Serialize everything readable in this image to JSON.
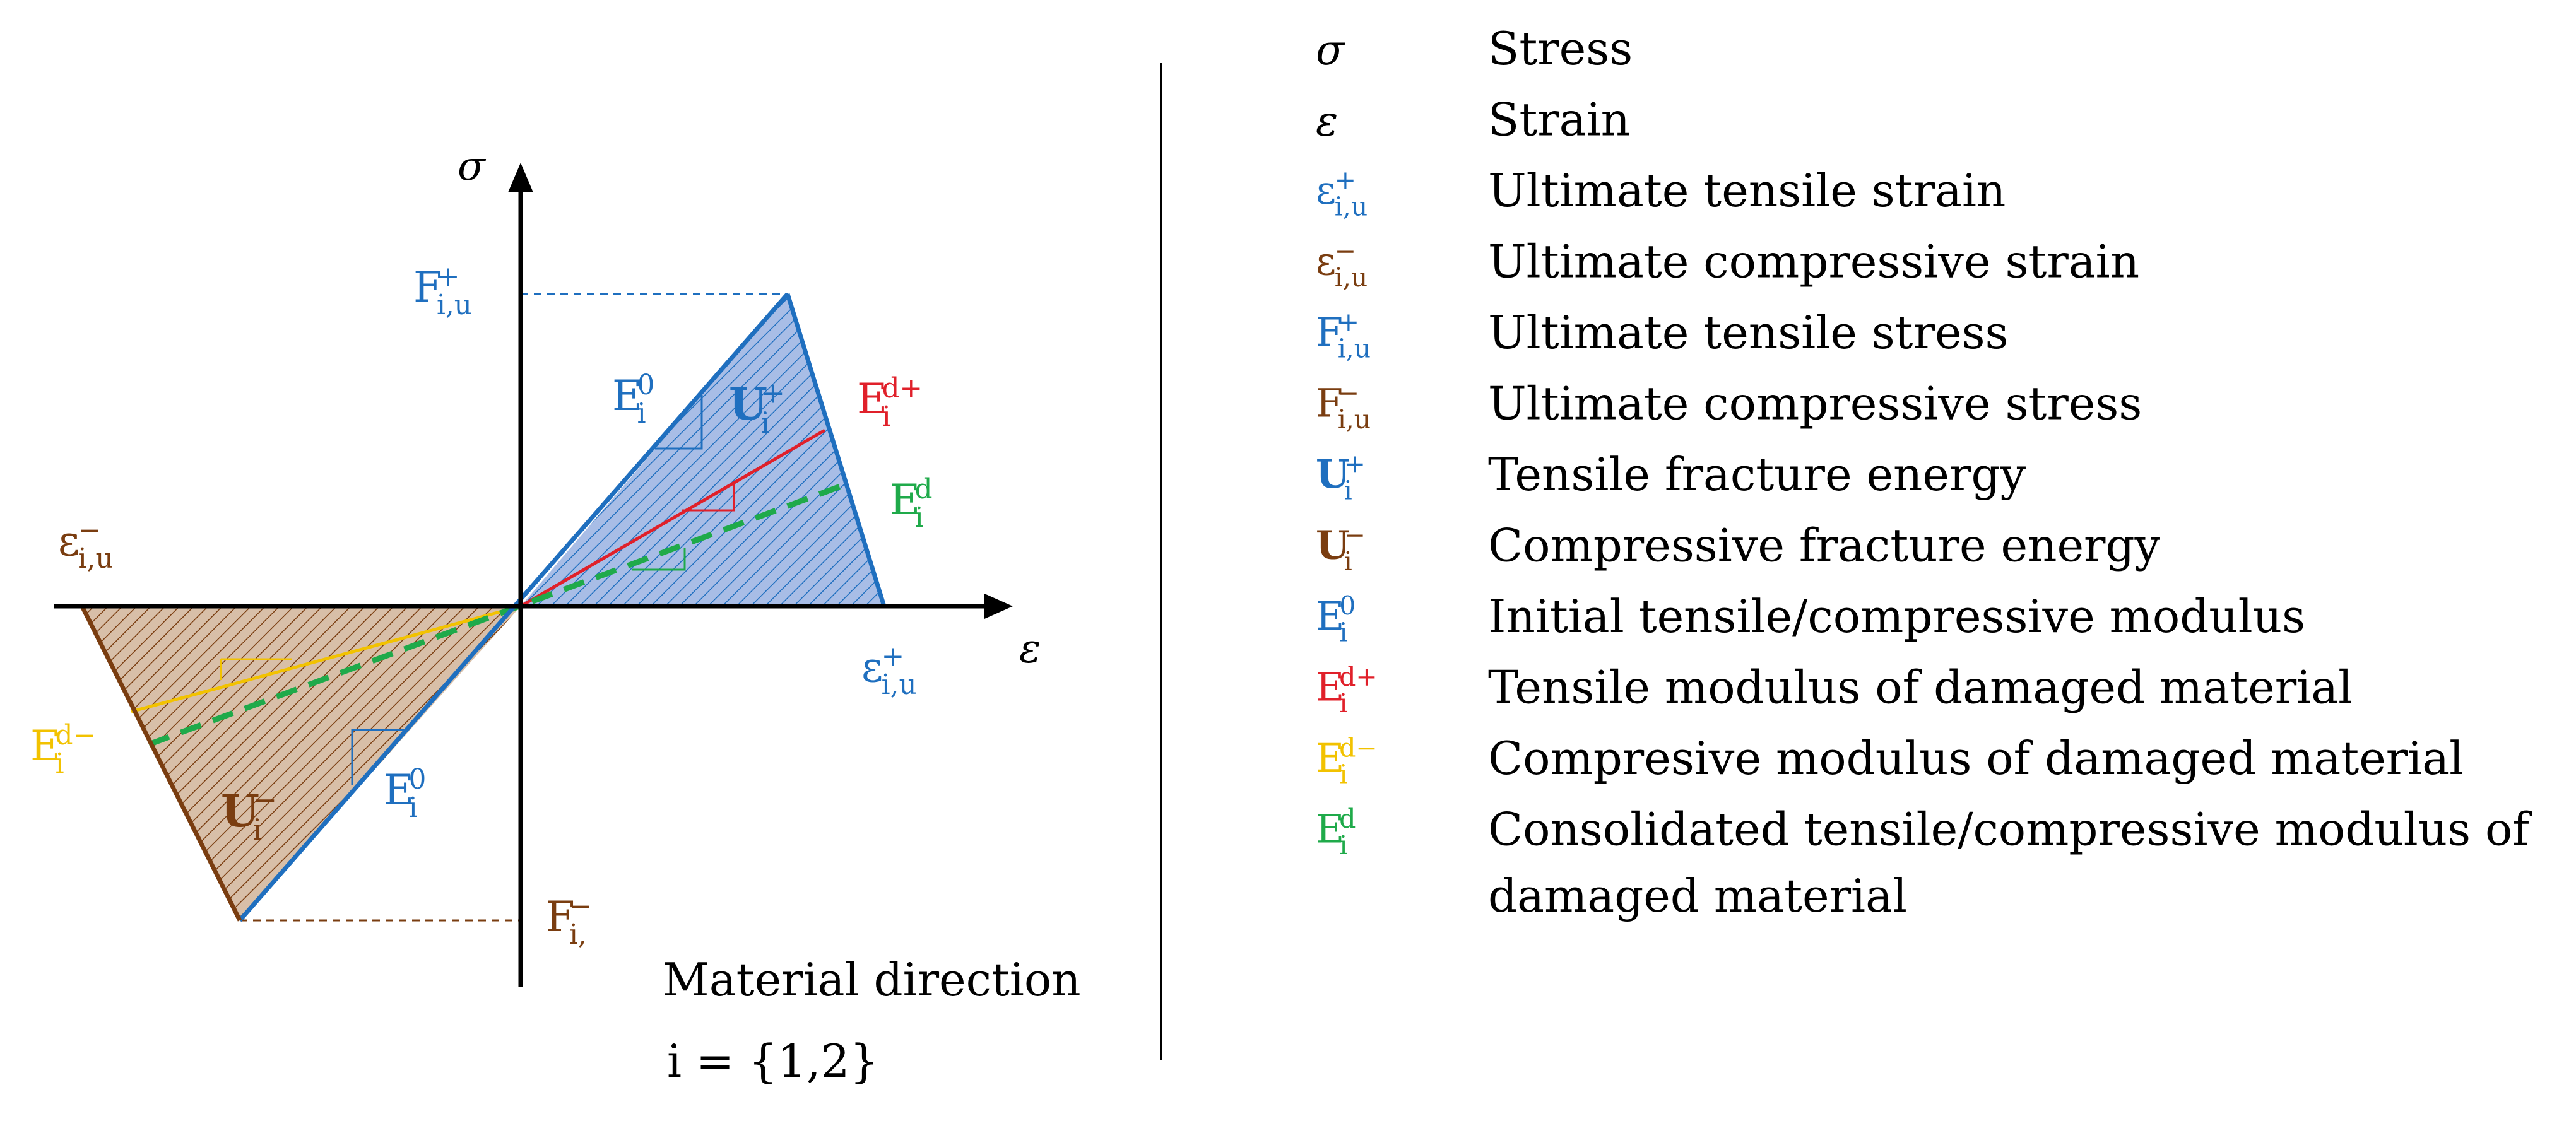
{
  "colors": {
    "black": "#000000",
    "blue": "#1f6fbf",
    "brown": "#7a3d10",
    "red": "#e0202a",
    "yellow": "#f2c200",
    "green": "#1faa4a",
    "tension_fill": "#a8bde6",
    "compression_fill": "#d8bfa8"
  },
  "diagram": {
    "axis_sigma": "σ",
    "axis_epsilon": "ε",
    "label_F_pos": {
      "base": "F",
      "sup": "+",
      "sub": "i,u"
    },
    "label_F_neg": {
      "base": "F",
      "sup": "−",
      "sub": "i,"
    },
    "label_eps_pos": {
      "base": "ε",
      "sup": "+",
      "sub": "i,u"
    },
    "label_eps_neg": {
      "base": "ε",
      "sup": "−",
      "sub": "i,u"
    },
    "label_E0_tension": {
      "base": "E",
      "sup": "0",
      "sub": "i"
    },
    "label_E0_compression": {
      "base": "E",
      "sup": "0",
      "sub": "i"
    },
    "label_U_pos": {
      "base": "U",
      "sup": "+",
      "sub": "i"
    },
    "label_U_neg": {
      "base": "U",
      "sup": "−",
      "sub": "i"
    },
    "label_Edplus": {
      "base": "E",
      "sup": "d+",
      "sub": "i"
    },
    "label_Ed": {
      "base": "E",
      "sup": "d",
      "sub": "i"
    },
    "label_Edminus": {
      "base": "E",
      "sup": "d−",
      "sub": "i"
    },
    "material_direction": "Material direction",
    "material_index": "i = {1,2}"
  },
  "legend": [
    {
      "symbol": {
        "base": "σ",
        "sup": "",
        "sub": ""
      },
      "color": "black",
      "italic": true,
      "text": "Stress"
    },
    {
      "symbol": {
        "base": "ε",
        "sup": "",
        "sub": ""
      },
      "color": "black",
      "italic": true,
      "text": "Strain"
    },
    {
      "symbol": {
        "base": "ε",
        "sup": "+",
        "sub": "i,u"
      },
      "color": "blue",
      "italic": false,
      "text": "Ultimate tensile strain"
    },
    {
      "symbol": {
        "base": "ε",
        "sup": "−",
        "sub": "i,u"
      },
      "color": "brown",
      "italic": false,
      "text": "Ultimate compressive strain"
    },
    {
      "symbol": {
        "base": "F",
        "sup": "+",
        "sub": "i,u"
      },
      "color": "blue",
      "italic": false,
      "text": "Ultimate tensile stress"
    },
    {
      "symbol": {
        "base": "F",
        "sup": "−",
        "sub": "i,u"
      },
      "color": "brown",
      "italic": false,
      "text": "Ultimate compressive stress"
    },
    {
      "symbol": {
        "base": "U",
        "sup": "+",
        "sub": "i"
      },
      "color": "blue",
      "italic": false,
      "bold": true,
      "text": "Tensile fracture energy"
    },
    {
      "symbol": {
        "base": "U",
        "sup": "−",
        "sub": "i"
      },
      "color": "brown",
      "italic": false,
      "bold": true,
      "text": "Compressive fracture energy"
    },
    {
      "symbol": {
        "base": "E",
        "sup": "0",
        "sub": "i"
      },
      "color": "blue",
      "italic": false,
      "text": "Initial tensile/compressive modulus"
    },
    {
      "symbol": {
        "base": "E",
        "sup": "d+",
        "sub": "i"
      },
      "color": "red",
      "italic": false,
      "text": "Tensile modulus of damaged material"
    },
    {
      "symbol": {
        "base": "E",
        "sup": "d−",
        "sub": "i"
      },
      "color": "yellow",
      "italic": false,
      "text": "Compresive modulus of damaged material"
    },
    {
      "symbol": {
        "base": "E",
        "sup": "d",
        "sub": "i"
      },
      "color": "green",
      "italic": false,
      "text": "Consolidated tensile/compressive modulus of"
    }
  ],
  "legend_continuation": "damaged material"
}
